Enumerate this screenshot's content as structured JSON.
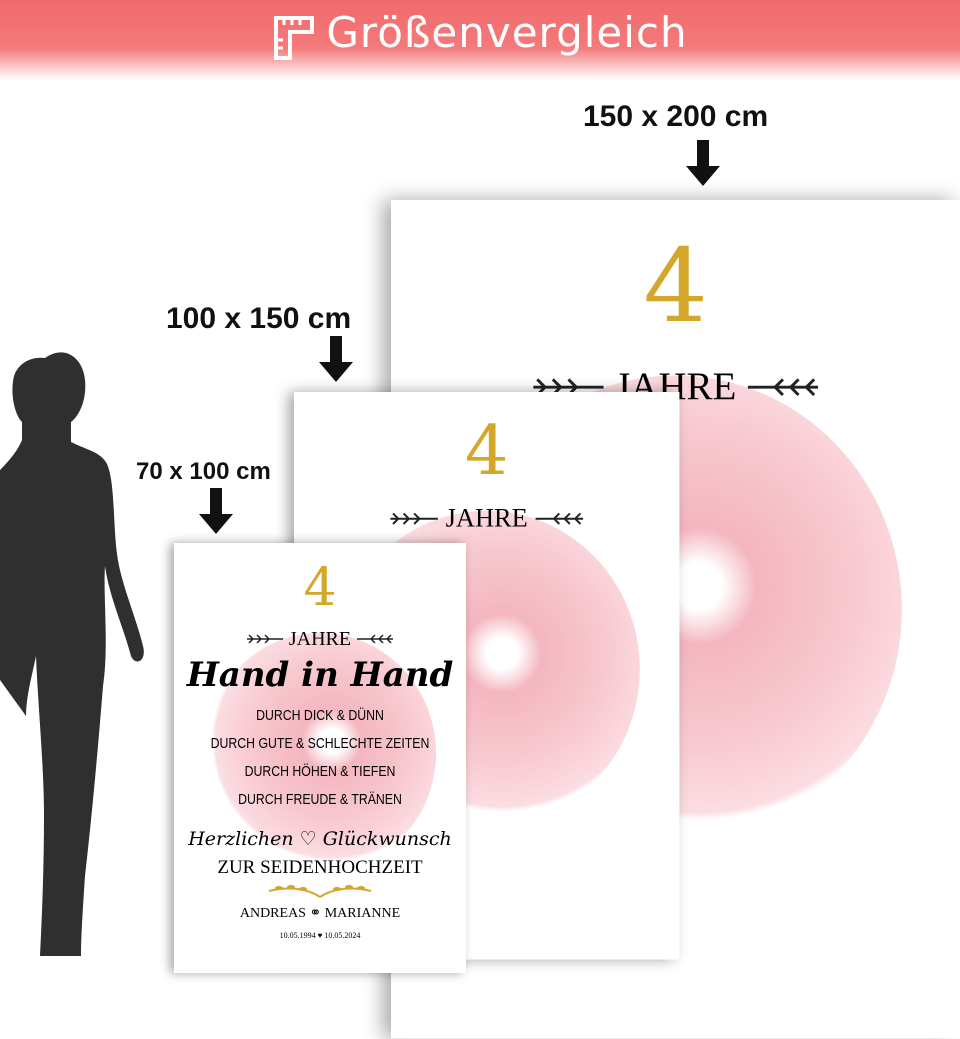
{
  "header": {
    "title": "Größenvergleich",
    "icon": "ruler-icon"
  },
  "sizes": {
    "large": "150 x 200 cm",
    "medium": "100 x 150 cm",
    "small": "70 x 100 cm"
  },
  "poster": {
    "number": "4",
    "jahre": "JAHRE",
    "headline": "Hand in Hand",
    "lines": [
      "DURCH DICK & DÜNN",
      "DURCH GUTE & SCHLECHTE ZEITEN",
      "DURCH HÖHEN & TIEFEN",
      "DURCH FREUDE & TRÄNEN"
    ],
    "congrats": "Herzlichen ♡ Glückwunsch",
    "occasion": "ZUR SEIDENHOCHZEIT",
    "name1": "ANDREAS",
    "name2": "MARIANNE",
    "date1": "10.05.1994",
    "date2": "10.05.2024",
    "gold": "#d4a62a",
    "pink": "#f4b6c0"
  }
}
